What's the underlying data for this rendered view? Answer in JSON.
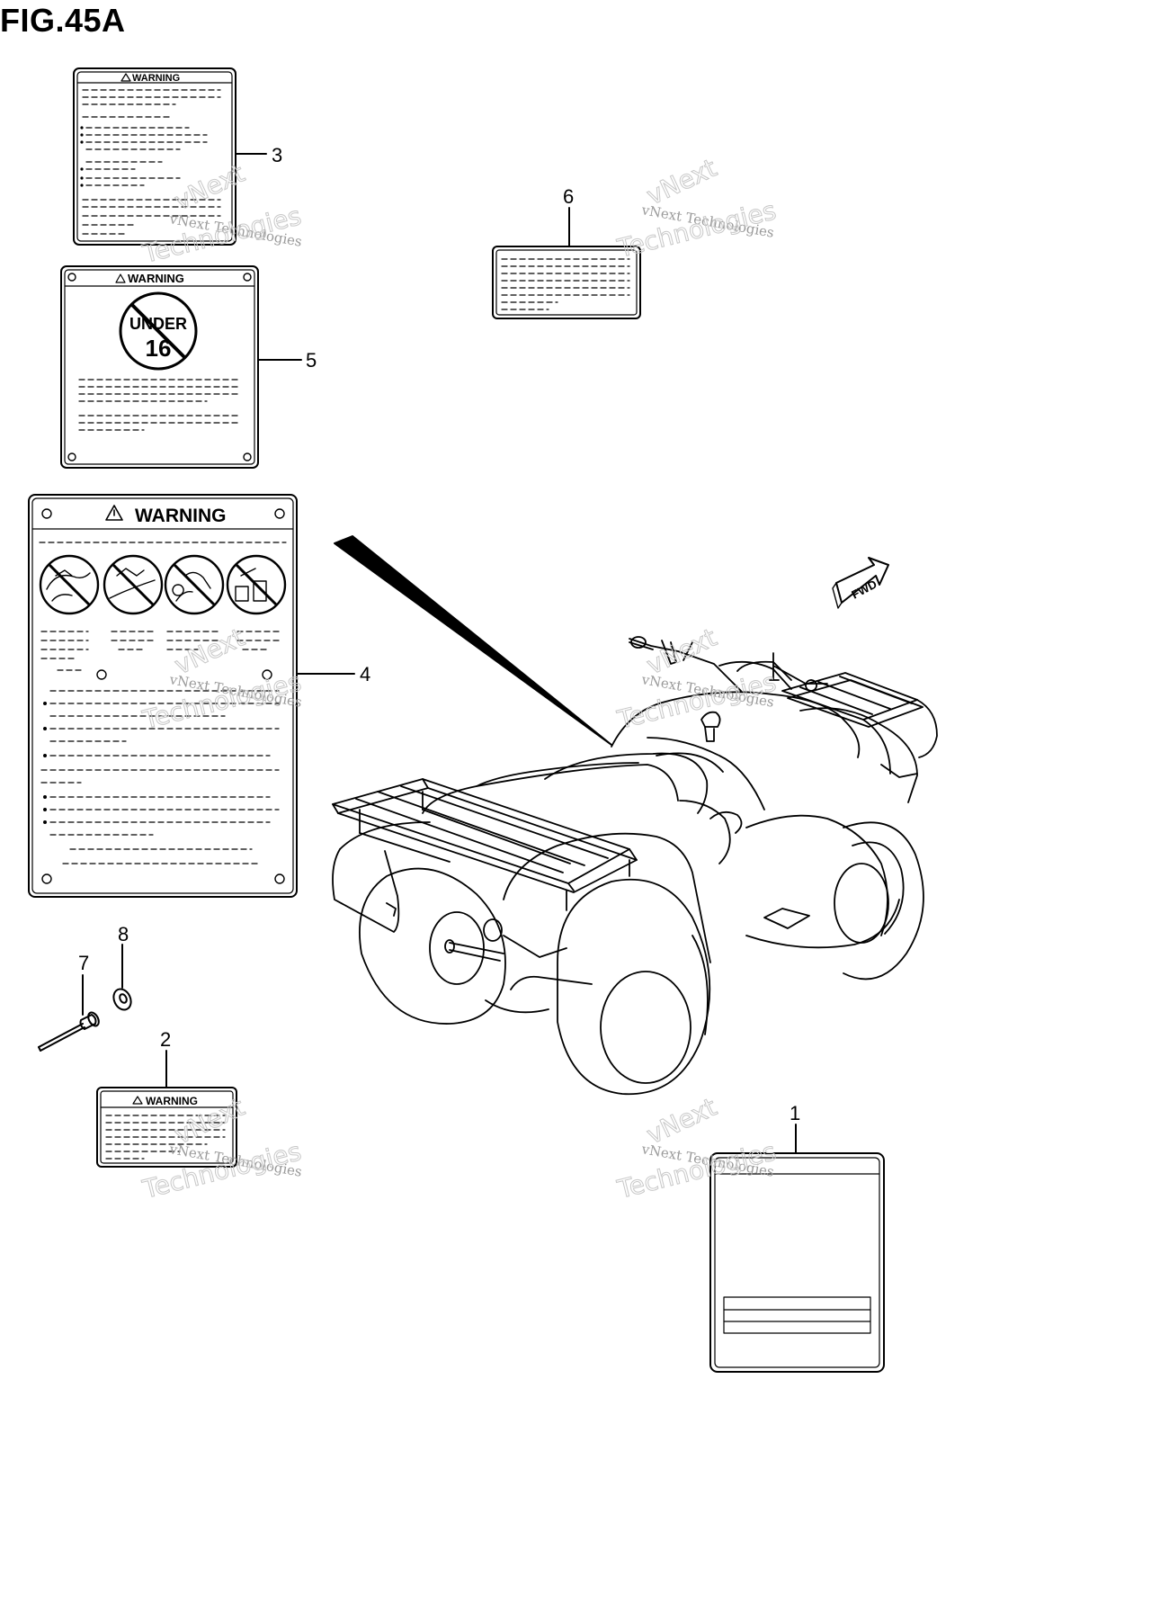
{
  "figure": {
    "title": "FIG.45A"
  },
  "labels": {
    "warning": "WARNING",
    "under": "UNDER",
    "age": "16",
    "fwd": "FWD"
  },
  "callouts": [
    "1",
    "2",
    "3",
    "4",
    "5",
    "6",
    "7",
    "8"
  ],
  "watermark": {
    "line1": "vNext Technologies",
    "line2": "vNext",
    "line3": "Technologies"
  },
  "colors": {
    "line": "#000000",
    "background": "#ffffff",
    "watermark": "#9a9a9a"
  }
}
